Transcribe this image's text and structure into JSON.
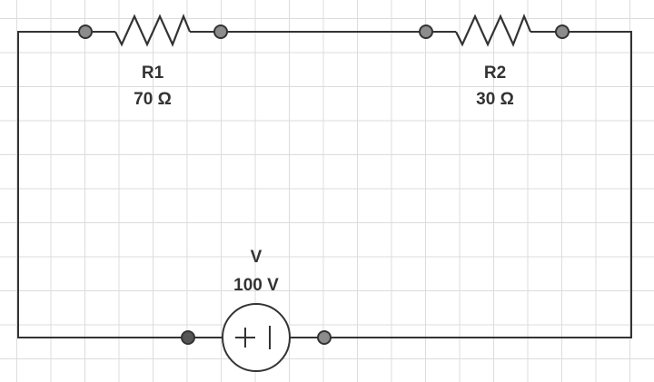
{
  "components": {
    "r1": {
      "name": "R1",
      "value": "70 Ω"
    },
    "r2": {
      "name": "R2",
      "value": "30 Ω"
    },
    "source": {
      "name": "V",
      "value": "100 V"
    }
  },
  "colors": {
    "wire": "#333333",
    "terminal": "#8c8c8c",
    "grid": "#dcdcdc"
  }
}
